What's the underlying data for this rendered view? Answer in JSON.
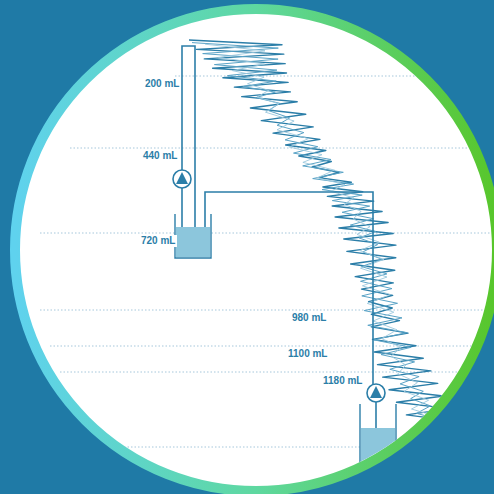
{
  "diagram": {
    "labels": [
      "200 mL",
      "440 mL",
      "720 mL",
      "980 mL",
      "1100 mL",
      "1180 mL"
    ]
  }
}
